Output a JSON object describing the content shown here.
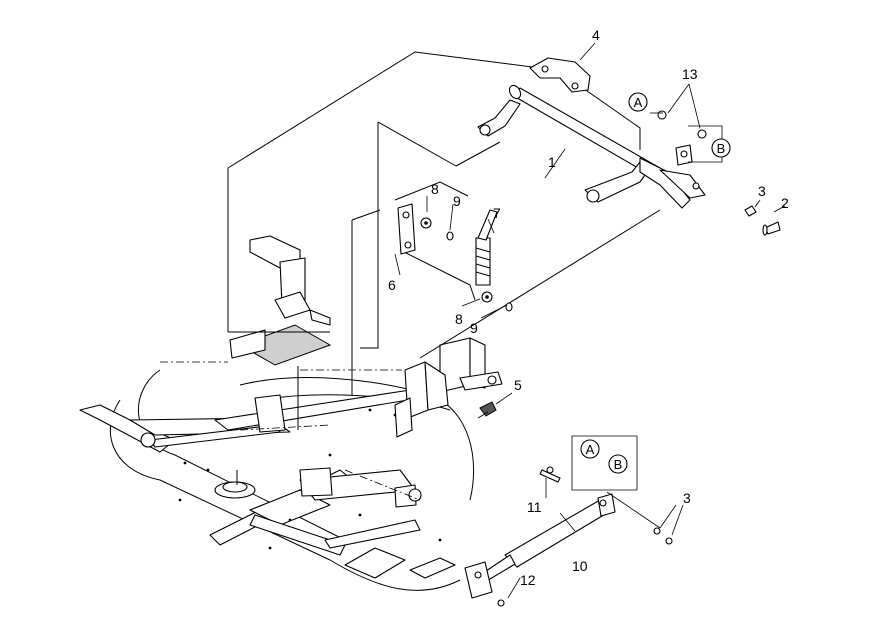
{
  "callouts": {
    "p1": "1",
    "p2": "2",
    "p3a": "3",
    "p3b": "3",
    "p4": "4",
    "p5": "5",
    "p6": "6",
    "p7": "7",
    "p8a": "8",
    "p8b": "8",
    "p9a": "9",
    "p9b": "9",
    "p10": "10",
    "p11": "11",
    "p12": "12",
    "p13": "13"
  },
  "connectors": {
    "a_top": "A",
    "b_top": "B",
    "a_bottom": "A",
    "b_bottom": "B"
  }
}
